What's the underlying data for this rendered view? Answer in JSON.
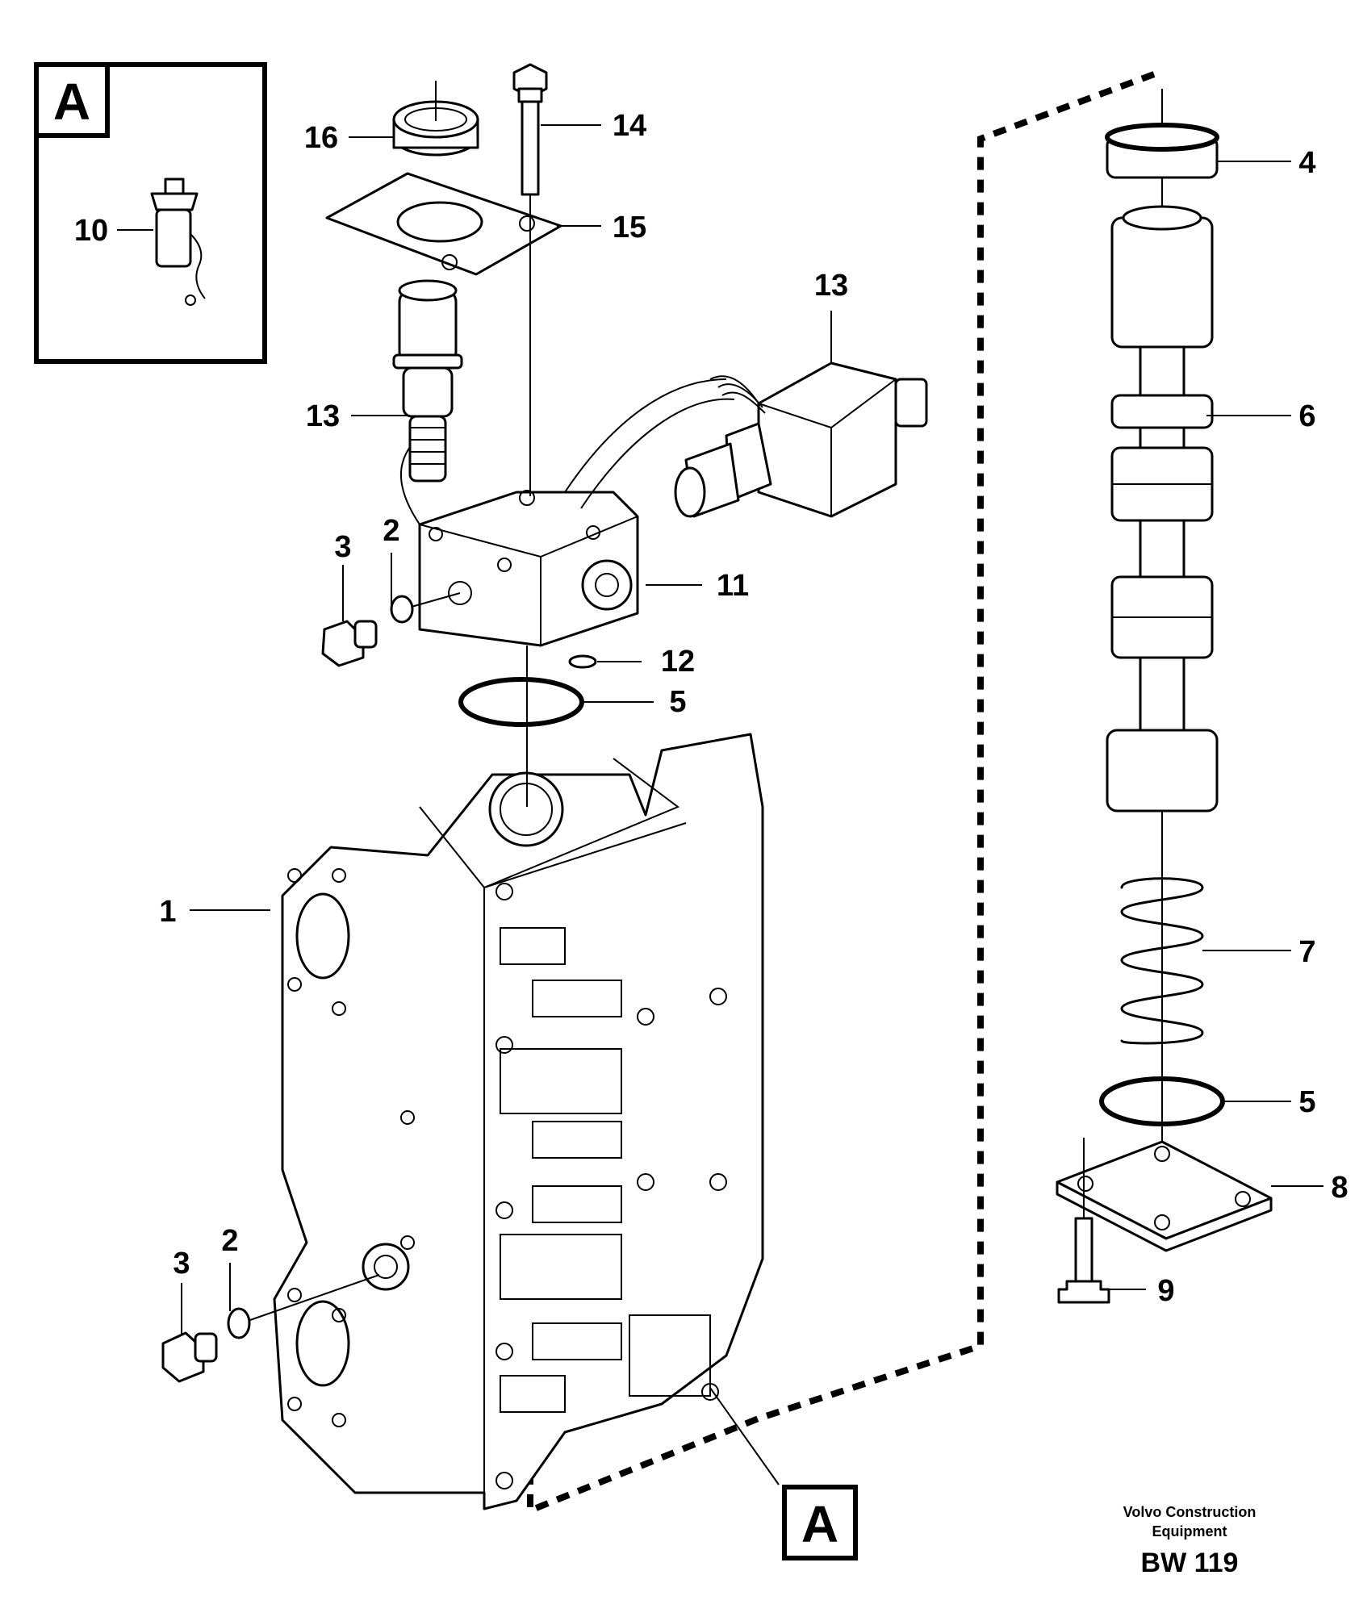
{
  "detail_box": {
    "letter": "A"
  },
  "reference_box": {
    "letter": "A"
  },
  "callouts": {
    "c1": "1",
    "c2a": "2",
    "c2b": "2",
    "c3a": "3",
    "c3b": "3",
    "c4": "4",
    "c5a": "5",
    "c5b": "5",
    "c6": "6",
    "c7": "7",
    "c8": "8",
    "c9": "9",
    "c10": "10",
    "c11": "11",
    "c12": "12",
    "c13a": "13",
    "c13b": "13",
    "c14": "14",
    "c15": "15",
    "c16": "16"
  },
  "footer": {
    "brand_line1": "Volvo Construction",
    "brand_line2": "Equipment",
    "drawing_code": "BW 119"
  }
}
